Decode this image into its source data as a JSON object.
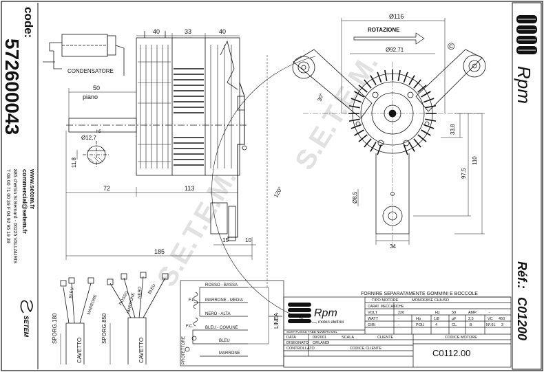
{
  "code": {
    "label": "code:",
    "value": "572600043"
  },
  "ref": {
    "label": "Réf.:",
    "value": "C01200"
  },
  "company": {
    "website": "www.setem.fr",
    "email": "commercial@setem.fr",
    "address": "885 chemin St Bernard  -  06225 VALLAURIS",
    "phone": "T 08 00 71 00 39   F 04 92 95 19 39",
    "logo_text": "SETEM"
  },
  "brand": {
    "name": "Rpm",
    "subtitle": "motori elettrici",
    "copyright": "©"
  },
  "watermark": "S.E.T.E.M.",
  "labels": {
    "condensatore": "CONDENSATORE",
    "piano": "piano",
    "rotazione": "ROTAZIONE",
    "h5": "h5",
    "shaft_dia": "Ø12,7",
    "linea": "LINEA",
    "protettore": "PROTETTORE",
    "fl": "F.L.",
    "fc": "F.C.",
    "cavetto": "CAVETTO",
    "sporg180": "SPORG.180",
    "sporg850": "SPORG.850"
  },
  "dimensions": {
    "top": [
      "40",
      "33",
      "40"
    ],
    "piano": "50",
    "shaft_flat": "11,8",
    "bottom": [
      "72",
      "113"
    ],
    "overall": "185",
    "small": [
      "15",
      "10"
    ],
    "dia116": "Ø116",
    "dia92": "Ø92,71",
    "angle30": "30°",
    "angle120": "120°",
    "v33_8": "33,8",
    "v97_5": "97,5",
    "v110": "110",
    "v8_5": "Ø8,5",
    "w34": "34"
  },
  "wires": [
    {
      "label": "ROSSO - BASSA"
    },
    {
      "label": "MARRONE - MEDIA"
    },
    {
      "label": "NERO - ALTA"
    },
    {
      "label": "BLEU - COMUNE"
    },
    {
      "label": "BLEU"
    },
    {
      "label": "MARRONE"
    }
  ],
  "cable_left": [
    "BLEU",
    "MARRONE"
  ],
  "cable_right": [
    "ROSSO",
    "MARRONE",
    "NERO",
    "BLEU"
  ],
  "title_block": {
    "header": "FORNIRE SEPARATAMENTE  GOMMINI E BOCCOLE",
    "tipo_label": "TIPO MOTORE",
    "tipo_value": "MONOFASE CHIUSO",
    "carat": "CARAT. MECCANICHE",
    "rows": [
      [
        {
          "k": "VOLT",
          "v": "220"
        },
        {
          "k": "Hz",
          "v": "50"
        },
        {
          "k": "AMP.",
          "v": "-"
        }
      ],
      [
        {
          "k": "WATT",
          "v": "-"
        },
        {
          "k": "Hp",
          "v": "1/8"
        },
        {
          "k": "µF",
          "v": "2,5"
        },
        {
          "k": "VC",
          "v": "450"
        }
      ],
      [
        {
          "k": "GIRI",
          "v": "-"
        },
        {
          "k": "POLI",
          "v": "4"
        },
        {
          "k": "CL.",
          "v": "B"
        },
        {
          "k": "Nº.6L",
          "v": "3"
        }
      ]
    ],
    "sostituisce": "SOSTITUISCE FABB NUMERO DEL",
    "data_label": "DATA",
    "data_value": "09/2001",
    "scala_label": "SCALA",
    "cliente_label": "CLIENTE",
    "disegnato_label": "DISEGNATO",
    "disegnato_value": "ORLANDI",
    "controllato_label": "CONTROLLATO",
    "codice_cliente_label": "CODICE CLIENTE",
    "codice_motore_label": "CODICE MOTORE",
    "codice_motore_value": "C0112.00"
  }
}
